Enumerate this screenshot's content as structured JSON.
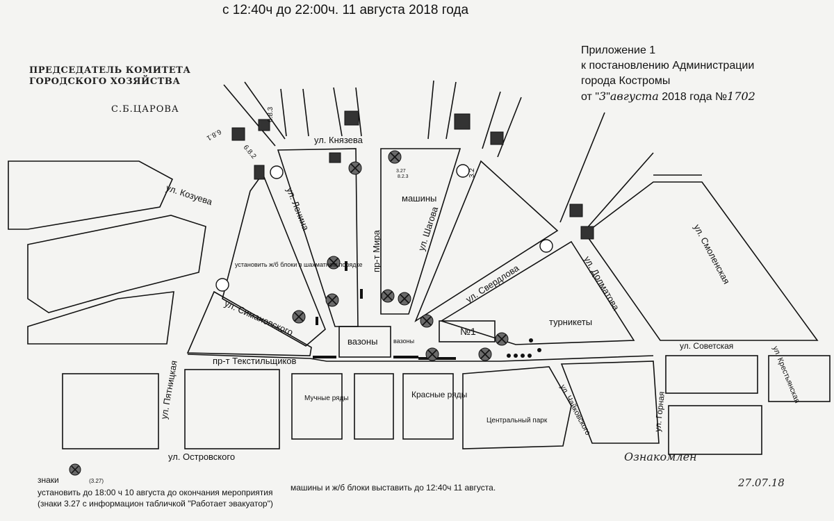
{
  "header": {
    "title": "с 12:40ч  до 22:00ч. 11 августа 2018 года"
  },
  "appendix": {
    "line1": "Приложение  1",
    "line2": "к постановлению Администрации",
    "line3": "города Костромы",
    "date_prefix": "от \"",
    "day": "3",
    "month": "августа",
    "year_text": "2018 года №",
    "number": "1702"
  },
  "stamp": {
    "line1": "ПРЕДСЕДАТЕЛЬ КОМИТЕТА",
    "line2": "ГОРОДСКОГО ХОЗЯЙСТВА",
    "name": "С.Б.ЦАРОВА"
  },
  "streets": {
    "knyazeva": "ул. Князева",
    "kozueva": "ул. Козуева",
    "lenina": "ул. Ленина",
    "mira": "пр-т Мира",
    "shagova": "ул. Шагова",
    "sverdlova": "ул. Свердлова",
    "dolmatova": "ул. Долматова",
    "smolenskaya": "ул. Смоленская",
    "simanovskogo": "ул. Симановского",
    "pyatnitskaya": "ул. Пятницкая",
    "tekstilshchikov": "пр-т Текстильщиков",
    "sovetskaya": "ул. Советская",
    "krestyanskaya": "ул. Крестьянская",
    "chaikovskogo": "ул. Чайковского",
    "gornaya": "ул. Горная",
    "ostrovskogo": "ул. Островского"
  },
  "places": {
    "cars": "машины",
    "vazony_big": "вазоны",
    "vazony_small": "вазоны",
    "block1": "№1",
    "turnstiles": "турникеты",
    "muchnye": "Мучные ряды",
    "krasnye": "Красные ряды",
    "park": "Центральный парк"
  },
  "annotations": {
    "blocks": "установить ж/б блоки в шахматном порядке"
  },
  "sign_codes": {
    "s683": "6.8.3",
    "s681": "6.8.1",
    "s682": "6.8.2",
    "s327": "3.27",
    "s823": "8.2.3",
    "s32": "3.2"
  },
  "notes": {
    "signs_prefix": "знаки",
    "signs_code": "(3.27)",
    "signs_text": "установить до 18:00 ч 10 августа до окончания мероприятия (знаки 3.27 с информацион табличкой \"Работает эвакуатор\")",
    "cars_blocks": "машины и ж/б блоки выставить до 12:40ч 11 августа."
  },
  "signature": {
    "text": "Ознакомлен",
    "date": "27.07.18"
  },
  "colors": {
    "ink": "#111111",
    "paper": "#f4f4f2",
    "sign_grey": "#6a6a6a"
  }
}
